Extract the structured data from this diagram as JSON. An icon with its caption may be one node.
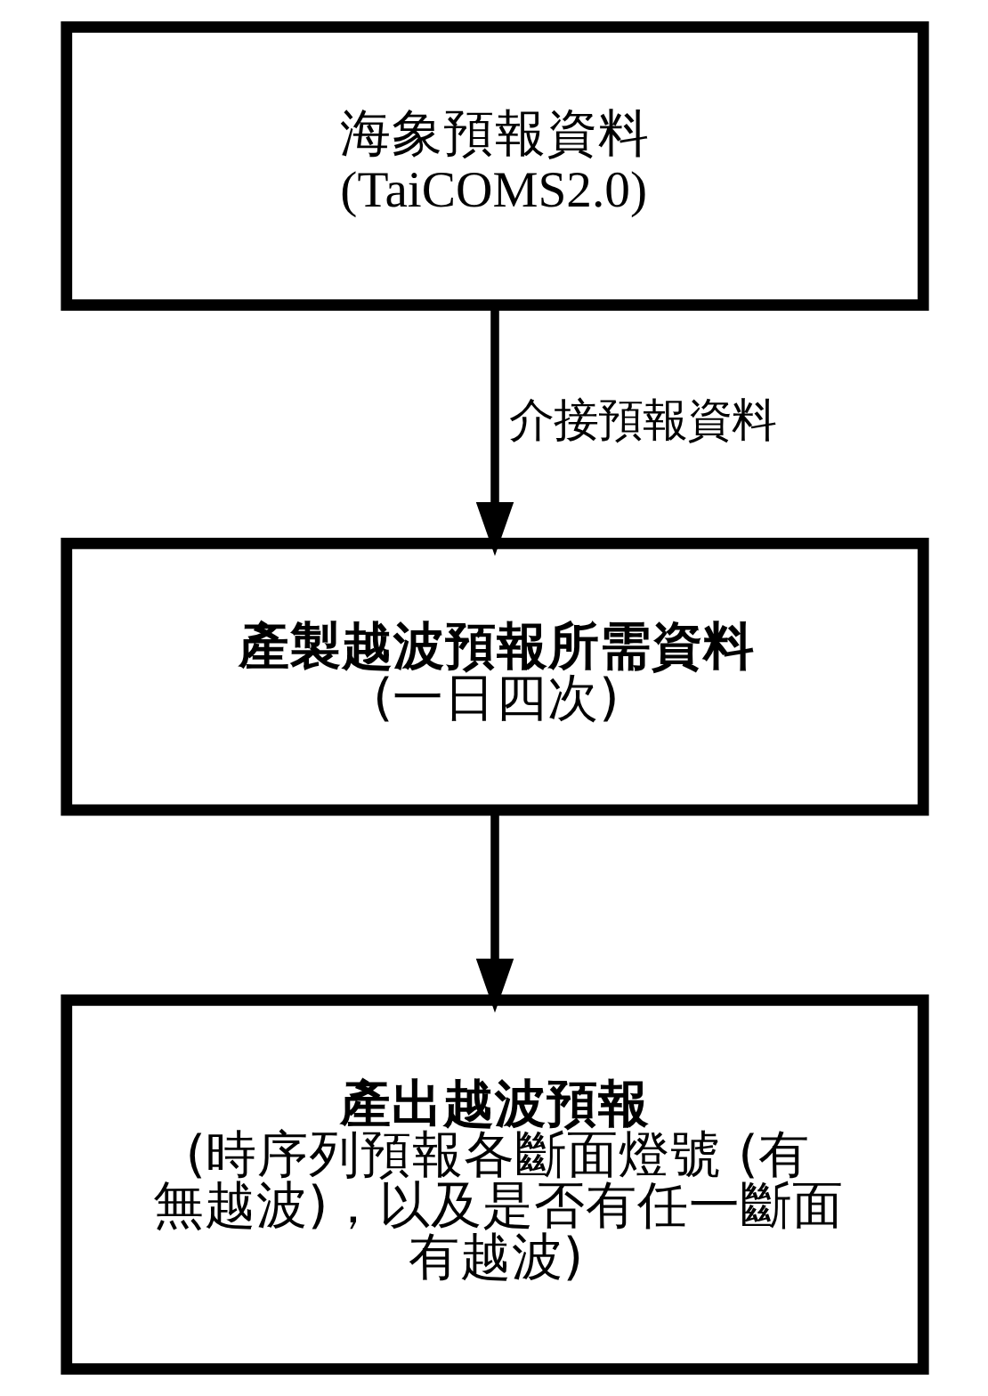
{
  "diagram": {
    "nodes": [
      {
        "text": [
          "海象預報資料",
          "(TaiCOMS2.0)"
        ]
      },
      {
        "text": [
          "產製越波預報所需資料",
          "(一日四次)"
        ]
      },
      {
        "text": [
          "產出越波預報",
          "(時序列預報各斷面燈號 (有無越波)，以及是否有任一斷面有越波)"
        ]
      }
    ],
    "edges": [
      {
        "from": 0,
        "to": 1,
        "arrow": "to",
        "label": "介接預報資料"
      },
      {
        "from": 1,
        "to": 2,
        "arrow": "to"
      }
    ]
  }
}
